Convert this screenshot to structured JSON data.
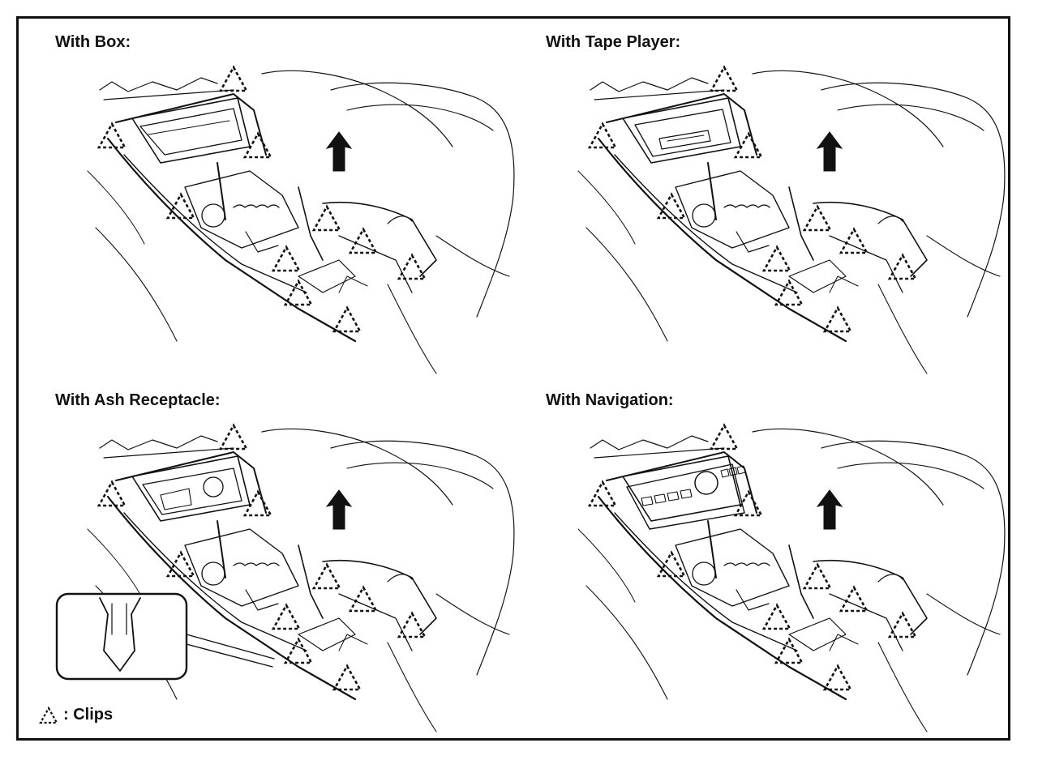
{
  "panels": [
    {
      "id": "box",
      "title": "With Box:",
      "insert": "box"
    },
    {
      "id": "tape",
      "title": "With Tape Player:",
      "insert": "tape"
    },
    {
      "id": "ash",
      "title": "With Ash Receptacle:",
      "insert": "ash",
      "detail_inset": true
    },
    {
      "id": "nav",
      "title": "With Navigation:",
      "insert": "nav"
    }
  ],
  "legend": {
    "label": ": Clips",
    "icon": "clip-triangle-icon"
  },
  "colors": {
    "line": "#111111",
    "background": "#ffffff"
  }
}
